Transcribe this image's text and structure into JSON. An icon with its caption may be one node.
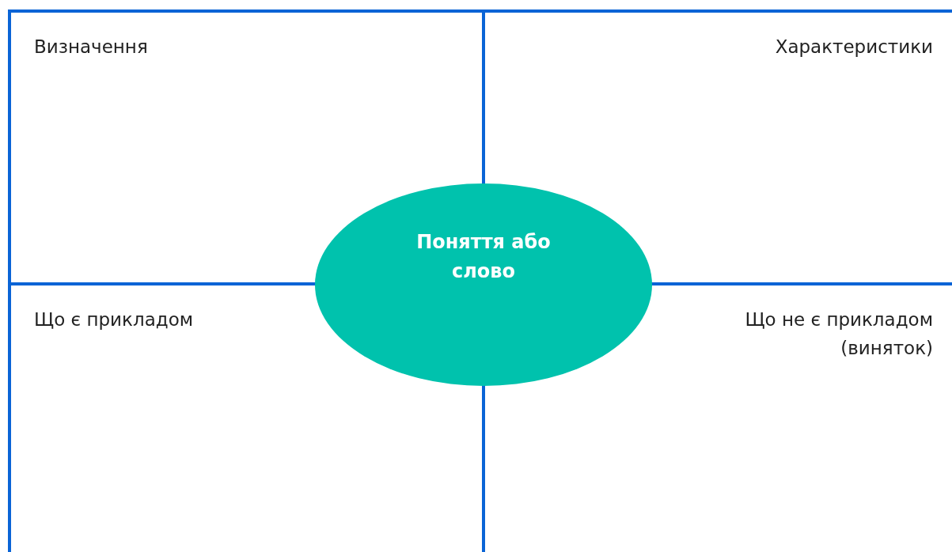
{
  "diagram": {
    "nodes": [
      {
        "text": [
          "Визначення"
        ]
      },
      {
        "text": [
          "Характеристики"
        ]
      },
      {
        "text": [
          "Що є прикладом"
        ]
      },
      {
        "text": [
          "Що не є прикладом (виняток)"
        ]
      },
      {
        "text": [
          "Поняття або слово"
        ]
      }
    ]
  }
}
